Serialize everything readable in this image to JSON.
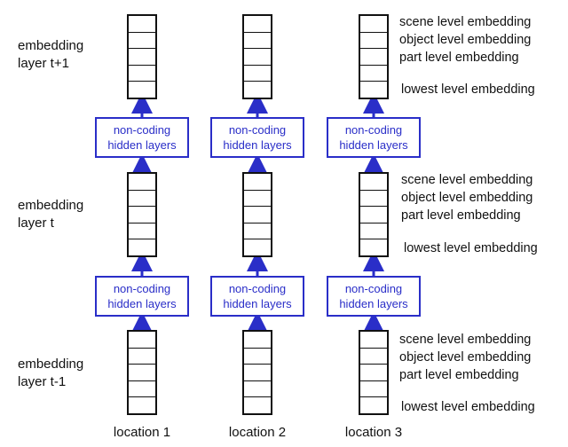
{
  "colors": {
    "stroke": "#111111",
    "accent": "#2a2ec8"
  },
  "layer_labels": {
    "top": [
      "embedding",
      "layer t+1"
    ],
    "middle": [
      "embedding",
      "layer t"
    ],
    "bottom": [
      "embedding",
      "layer t-1"
    ]
  },
  "hidden_box": {
    "line1": "non-coding",
    "line2": "hidden layers"
  },
  "columns": [
    "location 1",
    "location 2",
    "location 3"
  ],
  "level_labels": {
    "scene": "scene level embedding",
    "object": "object level embedding",
    "part": "part level embedding",
    "lowest": "lowest level embedding"
  }
}
